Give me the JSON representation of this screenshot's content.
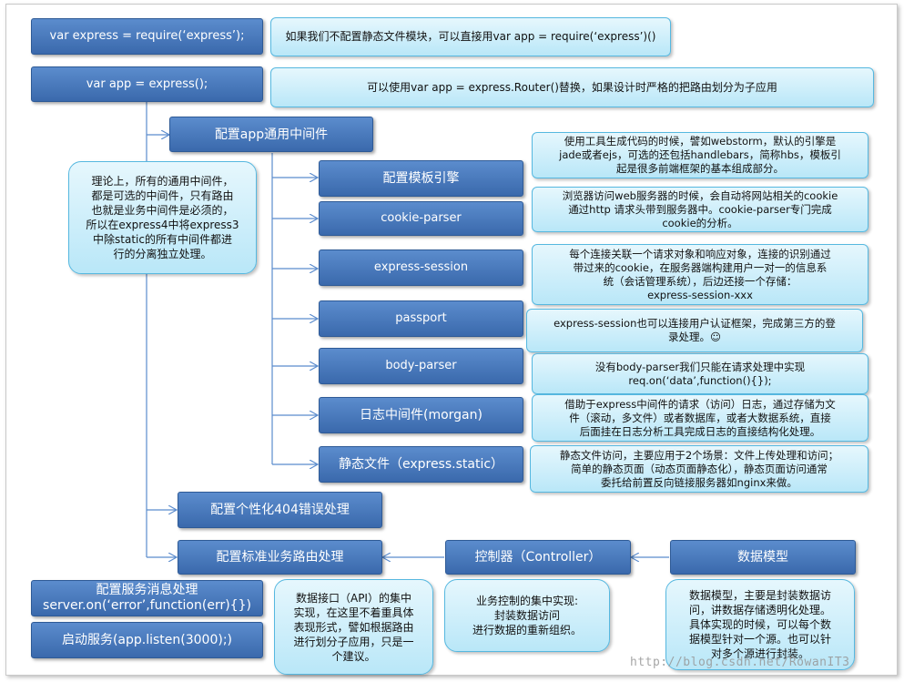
{
  "boxes": {
    "require": "var express = require(‘express’);",
    "app": "var app = express();",
    "general_mw": "配置app通用中间件",
    "template": "配置模板引擎",
    "cookie": "cookie-parser",
    "session": "express-session",
    "passport": "passport",
    "body": "body-parser",
    "log": "日志中间件(morgan)",
    "static": "静态文件（express.static）",
    "p404": "配置个性化404错误处理",
    "route": "配置标准业务路由处理",
    "controller": "控制器（Controller）",
    "model": "数据模型",
    "server_msg": "配置服务消息处理\nserver.on(‘error’,function(err){})",
    "listen": "启动服务(app.listen(3000);)"
  },
  "notes": {
    "require": "如果我们不配置静态文件模块，可以直接用var app = require(‘express’)()",
    "app": "可以使用var app = express.Router()替换，如果设计时严格的把路由划分为子应用",
    "general": "理论上，所有的通用中间件，\n都是可选的中间件，只有路由\n也就是业务中间件是必须的，\n所以在express4中将express3\n中除static的所有中间件都进\n行的分离独立处理。",
    "template": "使用工具生成代码的时候，譬如webstorm，默认的引擎是\njade或者ejs，可选的还包括handlebars，简称hbs，模板引\n起是很多前端框架的基本组成部分。",
    "cookie": "浏览器访问web服务器的时候，会自动将网站相关的cookie\n通过http 请求头带到服务器中。cookie-parser专门完成\ncookie的分析。",
    "session": "每个连接关联一个请求对象和响应对象，连接的识别通过\n带过来的cookie，在服务器端构建用户一对一的信息系\n统（会话管理系统），后边还接一个存储：\nexpress-session-xxx",
    "passport": "express-session也可以连接用户认证框架，完成第三方的登\n录处理。☺",
    "body": "没有body-parser我们只能在请求处理中实现\nreq.on(‘data’,function(){});",
    "log": "借助于express中间件的请求（访问）日志，通过存储为文\n件（滚动，多文件）或者数据库，或者大数据系统，直接\n后面挂在日志分析工具完成日志的直接结构化处理。",
    "static": "静态文件访问，主要应用于2个场景：文件上传处理和访问；\n简单的静态页面（动态页面静态化），静态页面访问通常\n委托给前置反向链接服务器如nginx来做。",
    "route": "数据接口（API）的集中\n实现，在这里不着重具体\n表现形式，譬如根据路由\n进行划分子应用，只是一\n个建议。",
    "controller": "业务控制的集中实现:\n封装数据访问\n进行数据的重新组织。",
    "model": "数据模型，主要是封装数据访\n问，讲数据存储透明化处理。\n具体实现的时候，可以每个数\n据模型针对一个源。也可以针\n对多个源进行封装。"
  },
  "watermark": "http://blog.csdn.net/RowanIT3",
  "colors": {
    "box_fill": "#4a7bbf",
    "note_fill": "#c8ecfa",
    "note_border": "#56b8e0",
    "wire": "#5b8ccd"
  }
}
